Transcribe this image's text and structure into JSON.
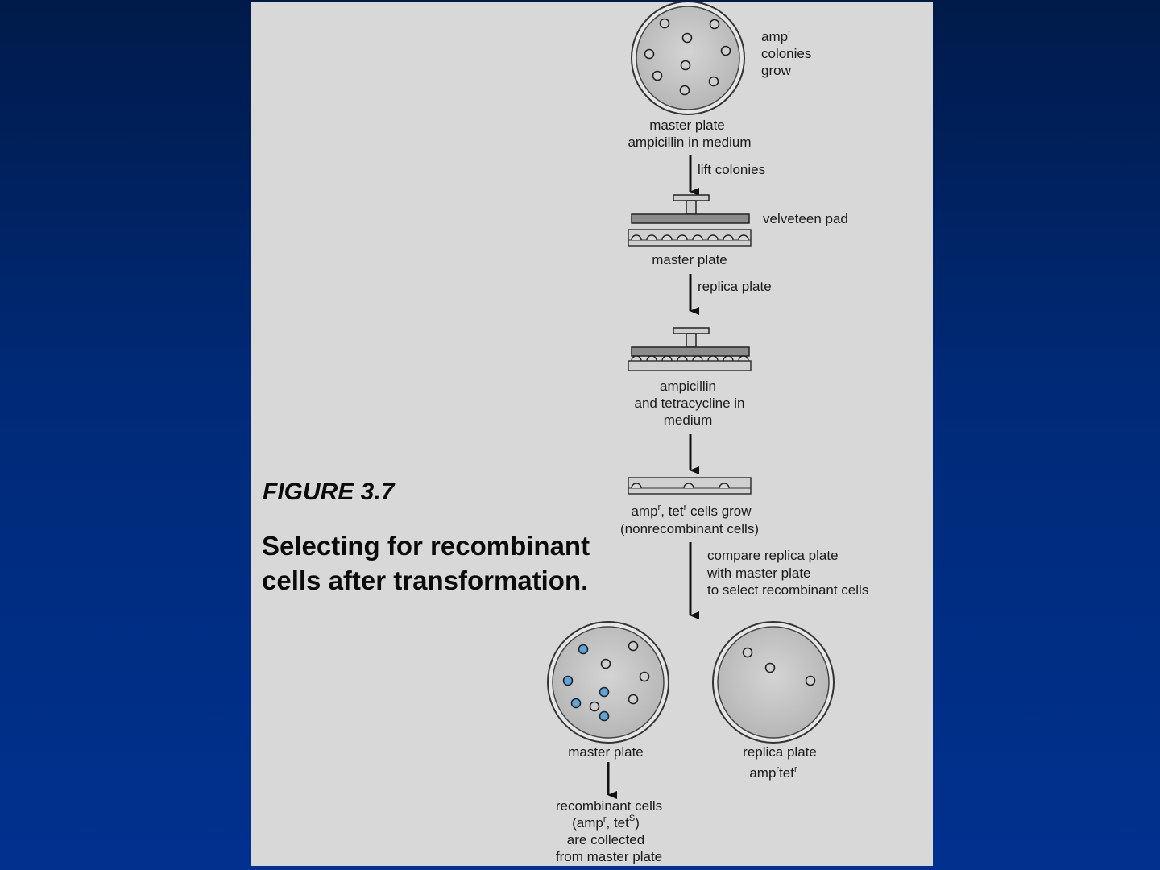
{
  "figure": {
    "number": "FIGURE 3.7",
    "title": "Selecting for recombinant cells after transformation."
  },
  "steps": {
    "master_plate_note": {
      "line1_base": "amp",
      "line1_sup": "r",
      "line2": "colonies",
      "line3": "grow"
    },
    "master_plate_label": {
      "line1": "master plate",
      "line2": "ampicillin in medium"
    },
    "lift_colonies": "lift colonies",
    "velveteen_pad": "velveteen pad",
    "master_plate_side_label": "master plate",
    "replica_plate_step": "replica plate",
    "replica_medium": {
      "line1": "ampicillin",
      "line2": "and tetracycline in",
      "line3": "medium"
    },
    "nonrecombinant": {
      "amp": "amp",
      "amp_sup": "r",
      "tet": ", tet",
      "tet_sup": "r",
      "rest": " cells grow",
      "line2": "(nonrecombinant cells)"
    },
    "compare": {
      "line1": "compare replica plate",
      "line2": "with master plate",
      "line3": "to select recombinant cells"
    },
    "final_master_label": "master plate",
    "final_replica_label": {
      "line1": "replica plate",
      "amp": "amp",
      "amp_sup": "r",
      "tet": "tet",
      "tet_sup": "r"
    },
    "recombinant": {
      "line1": "recombinant cells",
      "open": "(amp",
      "amp_sup": "r",
      "mid": ", tet",
      "tet_sup": "S",
      "close": ")",
      "line3": "are collected",
      "line4": "from master plate"
    }
  },
  "colors": {
    "panel": "#d8d8d8",
    "plate_fill": "#c8c8c8",
    "colony_fill": "#5aa6e0",
    "ink": "#1a1a1a"
  }
}
